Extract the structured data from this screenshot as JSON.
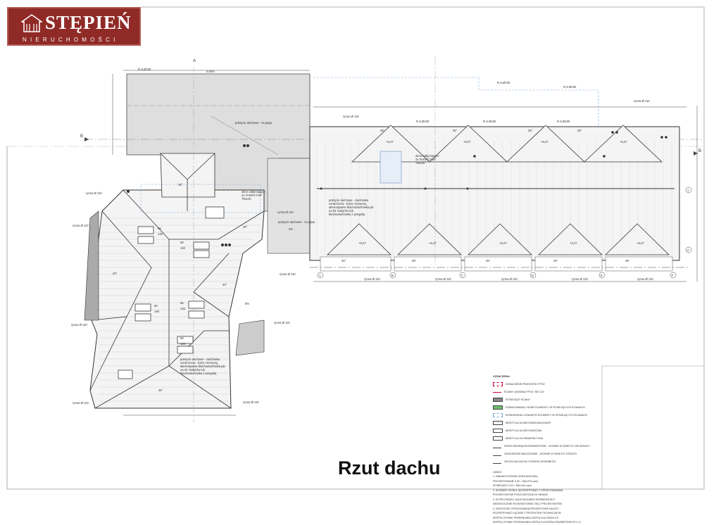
{
  "logo": {
    "name": "STĘPIEŃ",
    "subtitle": "NIERUCHOMOŚCI"
  },
  "drawing": {
    "title": "Rzut dachu",
    "roof_labels": {
      "roof_2x_papa_top": "pokrycie dachowe - 2x papa",
      "roof_2x_papa_mid": "pokrycie dachowe - 2x papa",
      "roof_ceramic_right": [
        "pokrycie dachowe - dachówka",
        "ceramiczna - kolor czerwony,",
        "alternatywnie blachodachówka jak",
        "na ist. budynku lub",
        "blachodachówka z posypką"
      ],
      "roof_ceramic_left": [
        "pokrycie dachowe - dachówka",
        "ceramiczna - kolor czerwony,",
        "alternatywnie blachodachówka jak",
        "na ist. budynku lub",
        "blachodachówka z posypką"
      ],
      "window_top": [
        "okno oddymiające",
        "2x FAKRO FSP",
        "78x140"
      ],
      "window_mid": [
        "okno oddymiające",
        "2x FAKRO FSP",
        "78x140"
      ]
    },
    "gutter": "rynna Ø 110",
    "slope_35": "35°",
    "slope_30": "30°",
    "slope_40": "40°",
    "slope_8": "8%",
    "slope_2": "2%",
    "slope_005": "0,05%",
    "rs_label": "R.S.Ø100",
    "section_a": "A",
    "section_b": "B",
    "axes": [
      "A",
      "B",
      "C",
      "D",
      "E",
      "F"
    ],
    "axes_rows": [
      "1",
      "2"
    ],
    "skylight_dim_w": "66",
    "skylight_dim_h": "140",
    "height_mark": "+6,27"
  },
  "legend": {
    "header": "OZNACZENIA:",
    "items": [
      "OZNACZENIE PRZEGRÓD P.POŻ",
      "ŚCIANY OKIENNA P.POŻ. REI 120",
      "ISTNIEJĄCE ŚCIANY",
      "DOBUDOWANIA I NOWE ELEMENTY W ISTNIEJĄCYCH ŚCIANACH",
      "WYBURZENIA I USUNIĘTE ELEMENTY W ISTNIEJĄCYCH ŚCIANACH",
      "WENTYLACJA MECHANICZNA (DNAP)",
      "WENTYLACJA MECHANICZNA",
      "WENTYLACJA GRAWITACYJNA",
      "DRZWI WEWNĄTRZ/ZEWNĘTRZNE - WYMIAR W ŚWIETLE OŚCIEŻNICY",
      "OKNO/DRZWI BALKONOWE - WYMIAR W ŚWIETLE OŚCIEŻY",
      "OKUCIA NA DACHU OTWORU OKIENNEGO"
    ],
    "notes_header": "UWAGI:",
    "notes": [
      "1. ZMIANA POZIOMU ZERA BUDYNKU",
      "   PROJEKTOWANE    0,00 = 564,97m npm",
      "   ISTNIEJĄCE       0,00 = 564,10m npm",
      "2. WYMIARY WYBUŁ NIOZPATRYWAĆ Z OPRACOWANIAMI",
      "   PROJEKTOWYMI POSZCZEGÓLNYCH BRANŻ",
      "3. W PRZYPADKU JAKICHKOLWIEK ROZBIEŻNOŚCI",
      "   NIEZWŁOCZNIE SKONTAKTOWAĆ SIĘ Z PROJEKTANTEM",
      "4. WSZYSTKIE OPRACOWANIA PROJEKTOWE NALEŻY",
      "   ROZPATRYWAĆ ŁĄCZNIE Z PROJEKTEM TECHNICZNYM",
      "   WSPÓŁCZYNNIK PRZENIKANIA CIEPŁA DLA OKIEN 0,9",
      "   WSPÓŁCZYNNIK PRZENIKANIA CIEPŁA DLA DRZWI ZEWNĘTRZNYCH 1,3"
    ]
  }
}
